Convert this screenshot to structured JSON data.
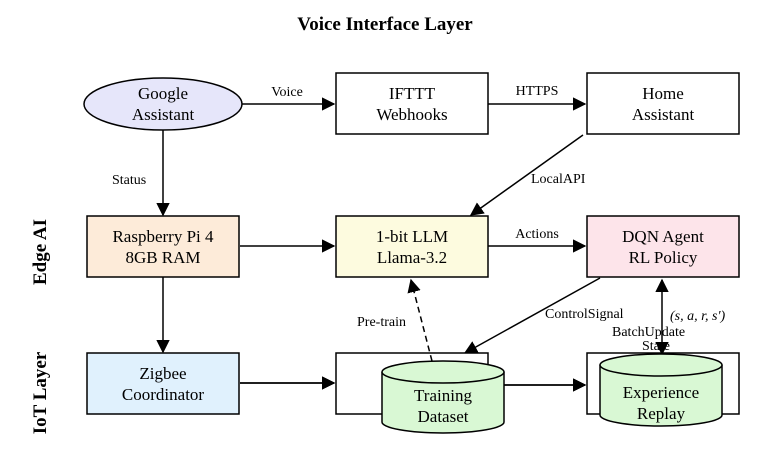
{
  "title": "Voice Interface Layer",
  "layers": {
    "edge": "Edge AI",
    "iot": "IoT Layer"
  },
  "nodes": {
    "google": [
      "Google",
      "Assistant"
    ],
    "ifttt": [
      "IFTTT",
      "Webhooks"
    ],
    "home": [
      "Home",
      "Assistant"
    ],
    "rpi": [
      "Raspberry Pi 4",
      "8GB RAM"
    ],
    "llm": [
      "1-bit LLM",
      "Llama-3.2"
    ],
    "dqn": [
      "DQN Agent",
      "RL Policy"
    ],
    "zigbee": [
      "Zigbee",
      "Coordinator"
    ],
    "training": [
      "Training",
      "Dataset"
    ],
    "replay": [
      "Experience",
      "Replay"
    ]
  },
  "edges": {
    "voice": "Voice",
    "https": "HTTPS",
    "status": "Status",
    "local_api": "LocalAPI",
    "actions": "Actions",
    "pretrain": "Pre-train",
    "control_signal": "ControlSignal",
    "tuple": "(s, a, r, s′)",
    "batch_update": "BatchUpdate",
    "state": "State"
  },
  "colors": {
    "google_fill": "#e6e6fa",
    "rpi_fill": "#fdebd9",
    "llm_fill": "#fdfbdf",
    "dqn_fill": "#fde4ea",
    "zigbee_fill": "#e0f1fd",
    "db_fill": "#d9f8d4"
  }
}
